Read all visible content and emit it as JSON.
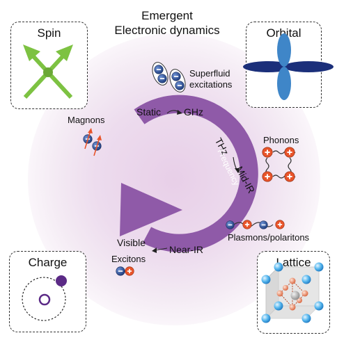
{
  "title": {
    "line1": "Emergent",
    "line2": "Electronic dynamics"
  },
  "corners": {
    "spin": "Spin",
    "orbital": "Orbital",
    "charge": "Charge",
    "lattice": "Lattice"
  },
  "cycle": {
    "static": "Static",
    "ghz": "GHz",
    "thz": "THz",
    "mid_ir": "Mid-IR",
    "near_ir": "Near-IR",
    "visible": "Visible",
    "arrow_label": "Frequency"
  },
  "excitations": {
    "superfluid_line1": "Superfluid",
    "superfluid_line2": "excitations",
    "magnons": "Magnons",
    "phonons": "Phonons",
    "plasmons": "Plasmons/polaritons",
    "excitons": "Excitons"
  },
  "colors": {
    "arrow_purple": "#8f5aa8",
    "spin_green": "#7dc242",
    "orbital_navy": "#1b2f7a",
    "orbital_blue": "#3f86c8",
    "charge_purple": "#5b2a86",
    "positive_orange": "#e8542a",
    "electron_blue": "#2e4f8f"
  }
}
